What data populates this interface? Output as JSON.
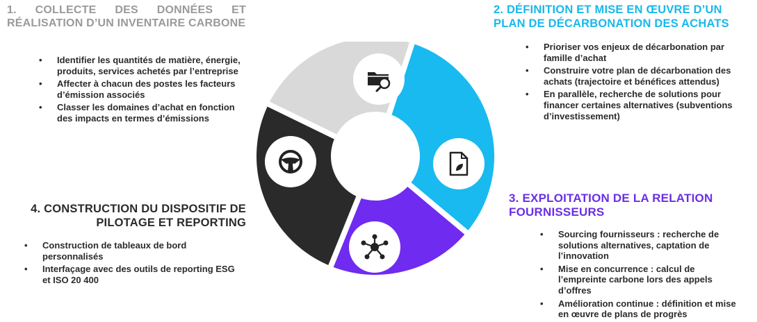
{
  "sections": {
    "s1": {
      "title": "1. COLLECTE DES DONNÉES ET RÉALISATION D’UN INVENTAIRE CARBONE",
      "bullets": [
        "Identifier les quantités de matière, énergie, produits, services achetés par l’entreprise",
        "Affecter à chacun des postes les facteurs d’émission associés",
        "Classer les domaines d’achat en fonction des impacts en termes d’émissions"
      ]
    },
    "s2": {
      "title": "2. DÉFINITION ET MISE EN ŒUVRE D’UN PLAN DE DÉCARBONATION DES ACHATS",
      "bullets": [
        "Prioriser vos enjeux de décarbonation par famille d’achat",
        "Construire votre plan de décarbonation des achats (trajectoire et bénéfices attendus)",
        "En parallèle, recherche de solutions pour financer certaines alternatives (subventions d’investissement)"
      ]
    },
    "s3": {
      "title": "3. EXPLOITATION DE LA RELATION FOURNISSEURS",
      "bullets": [
        "Sourcing fournisseurs : recherche de solutions alternatives, captation de l’innovation",
        "Mise en concurrence : calcul de l’empreinte carbone lors des appels d’offres",
        "Amélioration continue : définition et mise en œuvre de plans de progrès"
      ]
    },
    "s4": {
      "title": "4. CONSTRUCTION DU DISPOSITIF DE PILOTAGE ET REPORTING",
      "bullets": [
        "Construction de tableaux de bord personnalisés",
        "Interfaçage avec des outils de reporting ESG et ISO 20 400"
      ]
    }
  },
  "cycle": {
    "segments": [
      {
        "step": 1,
        "color": "#d9d9d9",
        "icon": "folder-search-icon"
      },
      {
        "step": 2,
        "color": "#18baf0",
        "icon": "eco-document-icon"
      },
      {
        "step": 3,
        "color": "#6f2bf0",
        "icon": "network-hub-icon"
      },
      {
        "step": 4,
        "color": "#2a2a2a",
        "icon": "steering-wheel-icon"
      }
    ]
  }
}
